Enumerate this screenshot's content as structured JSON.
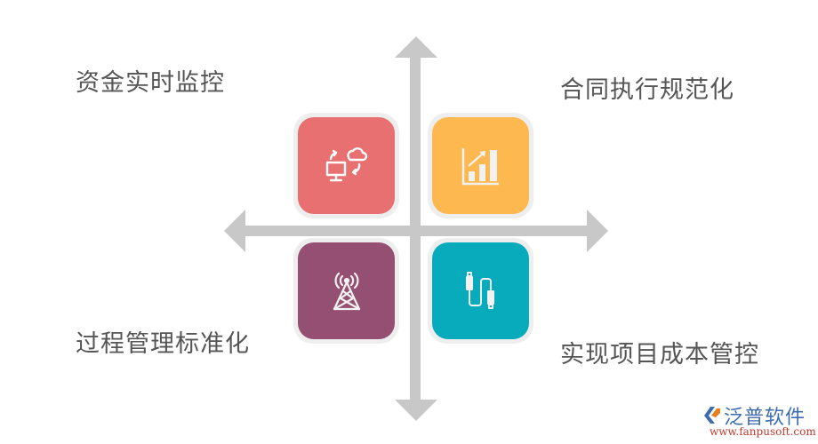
{
  "quadrants": [
    {
      "label": "资金实时监控",
      "icon": "computer-cloud-sync-icon",
      "color": "#e87070"
    },
    {
      "label": "合同执行规范化",
      "icon": "bar-chart-growth-icon",
      "color": "#fdb94f"
    },
    {
      "label": "过程管理标准化",
      "icon": "radio-tower-icon",
      "color": "#954f72"
    },
    {
      "label": "实现项目成本管控",
      "icon": "usb-cable-icon",
      "color": "#07abbc"
    }
  ],
  "axis_color": "#c8c8c8",
  "logo": {
    "name": "泛普软件",
    "url": "www.fanpusoft.com"
  }
}
